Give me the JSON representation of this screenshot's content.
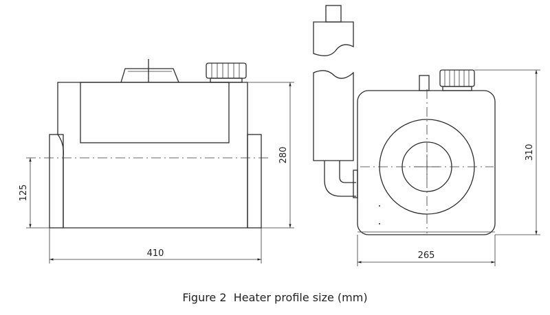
{
  "caption": "Figure 2  Heater profile size (mm)",
  "dimensions": {
    "front_width": "410",
    "front_height": "280",
    "center_height": "125",
    "side_width": "265",
    "side_height": "310"
  },
  "colors": {
    "line": "#2b2b2b",
    "background": "#ffffff"
  }
}
